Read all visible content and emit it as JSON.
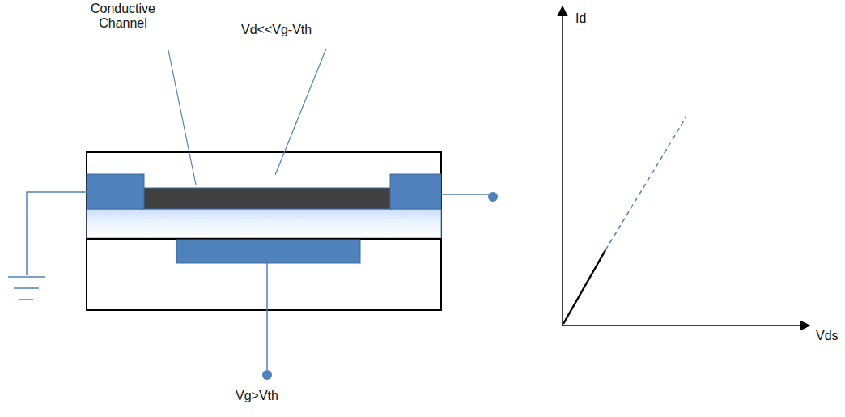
{
  "diagram": {
    "labels": [
      "Conductive Channel",
      "Vd<<Vg-Vth",
      "Vg>Vth",
      "Id",
      "Vds"
    ]
  }
}
